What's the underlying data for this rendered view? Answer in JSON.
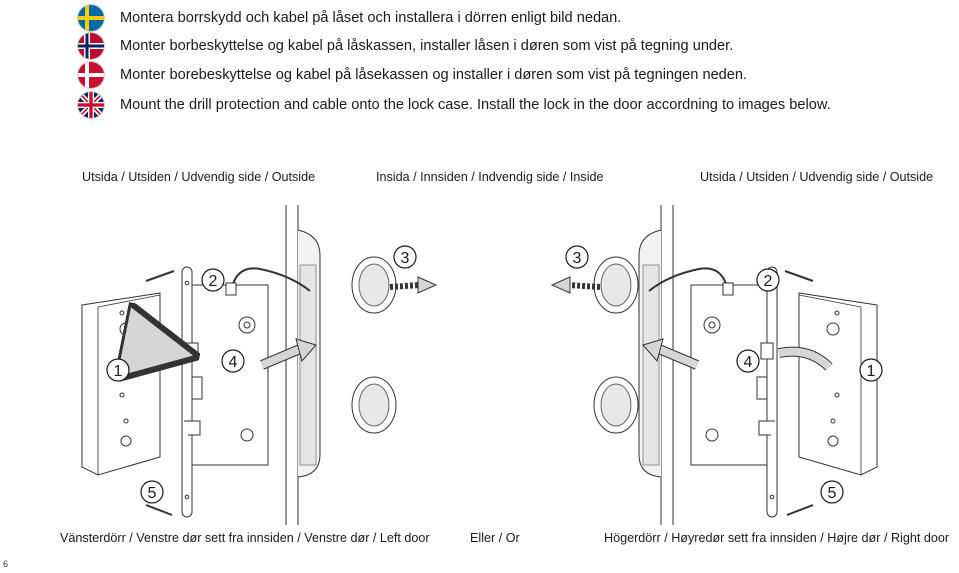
{
  "instructions": [
    {
      "flag": "sweden-flag-icon",
      "text": "Montera borrskydd och kabel på låset och installera i dörren enligt bild nedan."
    },
    {
      "flag": "norway-flag-icon",
      "text": "Monter borbeskyttelse og kabel på låskassen, installer låsen i døren som vist på tegning under."
    },
    {
      "flag": "denmark-flag-icon",
      "text": "Monter borebeskyttelse og kabel på låsekassen og installer i døren som vist på tegningen neden."
    },
    {
      "flag": "uk-flag-icon",
      "text": "Mount the drill protection and cable onto the lock case. Install the lock in the door accordning to images below."
    }
  ],
  "captions": {
    "outside_left": "Utsida / Utsiden / Udvendig side / Outside",
    "inside_center": "Insida / Innsiden / Indvendig side / Inside",
    "outside_right": "Utsida / Utsiden / Udvendig side / Outside",
    "left_door": "Vänsterdörr / Venstre dør sett fra innsiden / Venstre dør / Left door",
    "or": "Eller / Or",
    "right_door": "Högerdörr / Høyredør sett fra innsiden / Højre dør / Right door"
  },
  "step_numbers": {
    "one": "1",
    "two": "2",
    "three": "3",
    "four": "4",
    "five": "5"
  },
  "page_number": "6",
  "colors": {
    "sweden_blue": "#006AA7",
    "sweden_yellow": "#FECC00",
    "norway_red": "#BA0C2F",
    "norway_blue": "#00205B",
    "denmark_red": "#C8102E",
    "uk_blue": "#012169",
    "uk_red": "#C8102E",
    "arrow_gray": "#d6d6d6"
  }
}
